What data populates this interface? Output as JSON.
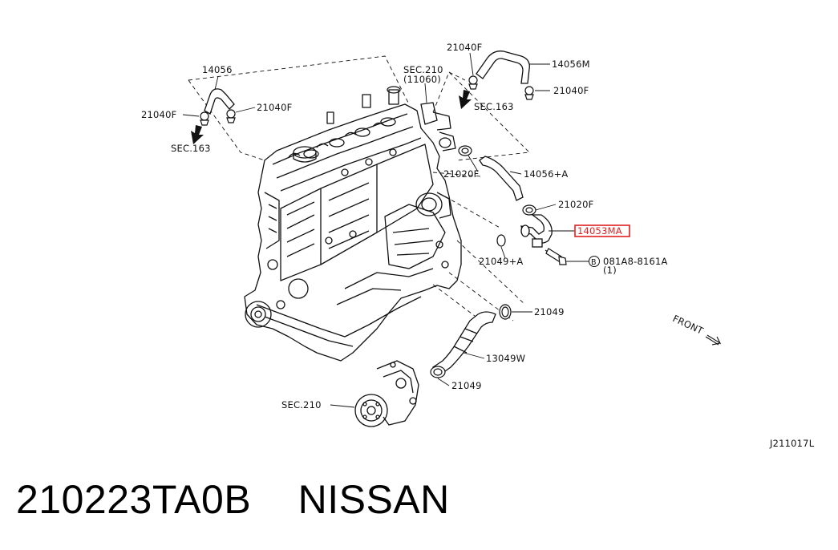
{
  "labels": {
    "hose_14056": "14056",
    "clamp_left_a": "21040F",
    "clamp_left_b": "21040F",
    "sec163_left": "SEC.163",
    "sec210_top": "SEC.210",
    "ref_11060": "(11060)",
    "clamp_top_a": "21040F",
    "hose_14056m": "14056M",
    "clamp_top_b": "21040F",
    "sec163_right": "SEC.163",
    "clamp_21020f_a": "21020F",
    "hose_14056a": "14056+A",
    "clamp_21020f_b": "21020F",
    "pipe_14053ma": "14053MA",
    "gasket_21049a": "21049+A",
    "bolt_marker": "B",
    "bolt_part": "081A8-8161A",
    "bolt_qty": "(1)",
    "oring_21049_top": "21049",
    "hose_13049w": "13049W",
    "oring_21049_bottom": "21049",
    "sec210_bottom": "SEC.210",
    "front": "FRONT",
    "diagram_id": "J211017L"
  },
  "highlight_color": "#e02020",
  "caption": {
    "part_number": "210223TA0B",
    "brand": "NISSAN"
  }
}
